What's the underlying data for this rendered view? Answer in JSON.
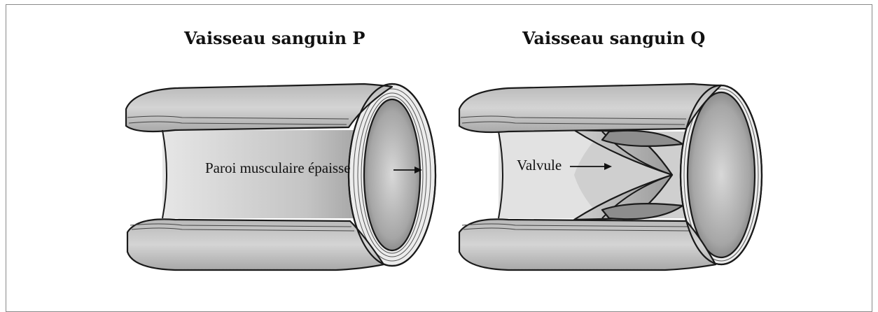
{
  "vessels": [
    {
      "title": "Vaisseau sanguin P",
      "label": "Paroi musculaire épaisse"
    },
    {
      "title": "Vaisseau sanguin Q",
      "label": "Valvule"
    }
  ]
}
